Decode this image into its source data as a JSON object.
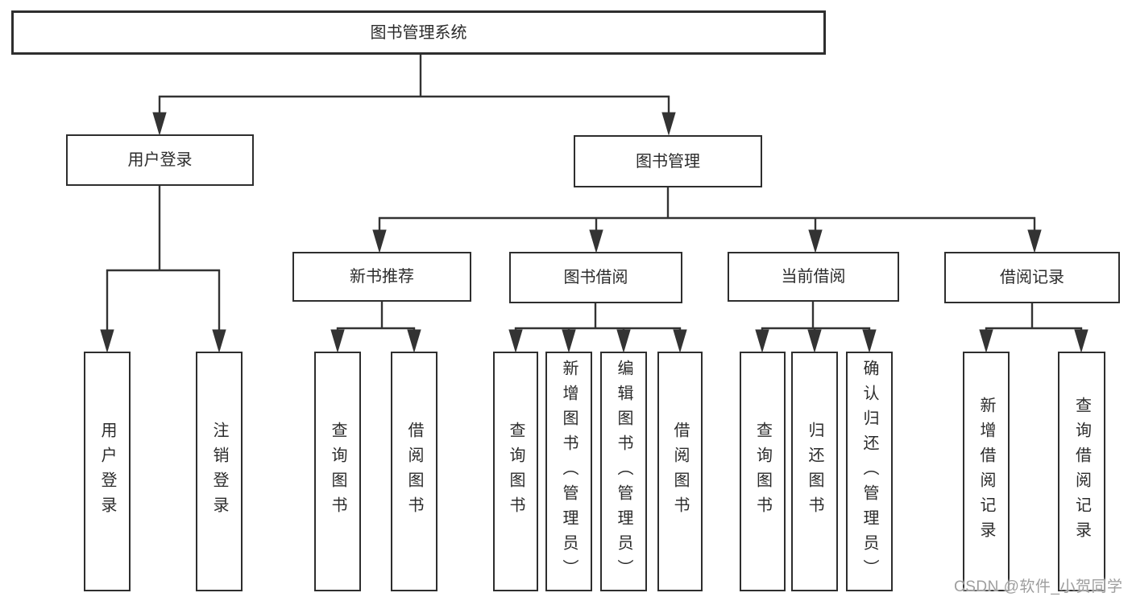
{
  "diagram": {
    "root": {
      "label": "图书管理系统"
    },
    "level2": [
      {
        "id": "user-login",
        "label": "用户登录",
        "children": [
          "用户登录",
          "注销登录"
        ]
      },
      {
        "id": "book-management",
        "label": "图书管理"
      }
    ],
    "level3": [
      {
        "id": "new-book-recommend",
        "label": "新书推荐",
        "children": [
          "查询图书",
          "借阅图书"
        ]
      },
      {
        "id": "book-borrowing",
        "label": "图书借阅",
        "children": [
          "查询图书",
          "新增图书（管理员）",
          "编辑图书（管理员）",
          "借阅图书"
        ]
      },
      {
        "id": "current-borrowing",
        "label": "当前借阅",
        "children": [
          "查询图书",
          "归还图书",
          "确认归还（管理员）"
        ]
      },
      {
        "id": "borrowing-records",
        "label": "借阅记录",
        "children": [
          "新增借阅记录",
          "查询借阅记录"
        ]
      }
    ],
    "watermark": "CSDN @软件_小贺同学",
    "colors": {
      "line": "#333333",
      "box_border": "#2e2e2e",
      "text": "#2b2b2b",
      "background": "#ffffff",
      "watermark": "#9e9e9e"
    }
  }
}
